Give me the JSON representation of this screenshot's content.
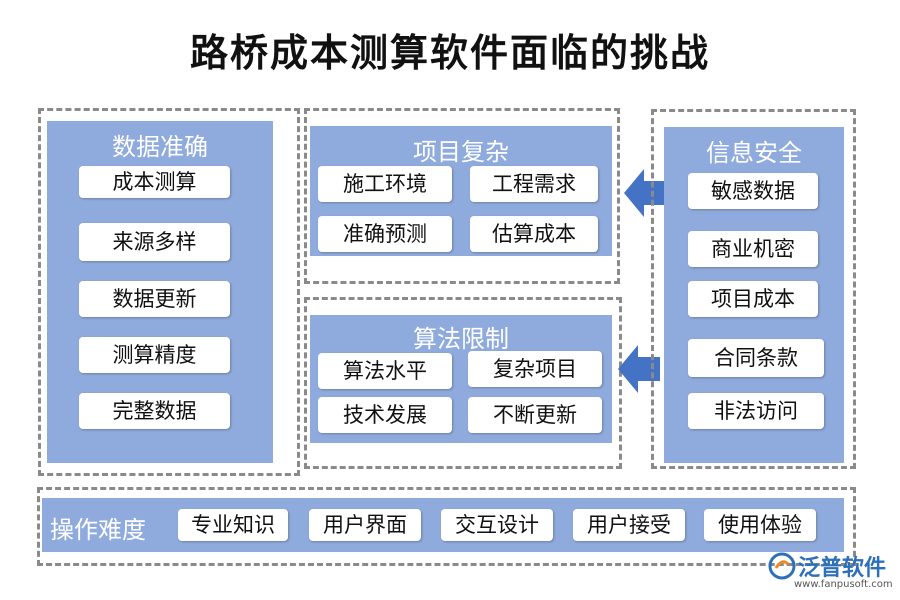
{
  "title": "路桥成本测算软件面临的挑战",
  "panels": {
    "data_accuracy": {
      "title": "数据准确",
      "items": [
        "成本测算",
        "来源多样",
        "数据更新",
        "测算精度",
        "完整数据"
      ]
    },
    "project_complexity": {
      "title": "项目复杂",
      "items": [
        "施工环境",
        "工程需求",
        "准确预测",
        "估算成本"
      ]
    },
    "algorithm_limits": {
      "title": "算法限制",
      "items": [
        "算法水平",
        "复杂项目",
        "技术发展",
        "不断更新"
      ]
    },
    "info_security": {
      "title": "信息安全",
      "items": [
        "敏感数据",
        "商业机密",
        "项目成本",
        "合同条款",
        "非法访问"
      ]
    },
    "operation_difficulty": {
      "title": "操作难度",
      "items": [
        "专业知识",
        "用户界面",
        "交互设计",
        "用户接受",
        "使用体验"
      ]
    }
  },
  "colors": {
    "panel": "#8faadc",
    "arrow": "#4472c4",
    "dash": "#8a8a8a"
  },
  "logo": {
    "name": "泛普软件",
    "url": "www.fanpusoft.com"
  }
}
